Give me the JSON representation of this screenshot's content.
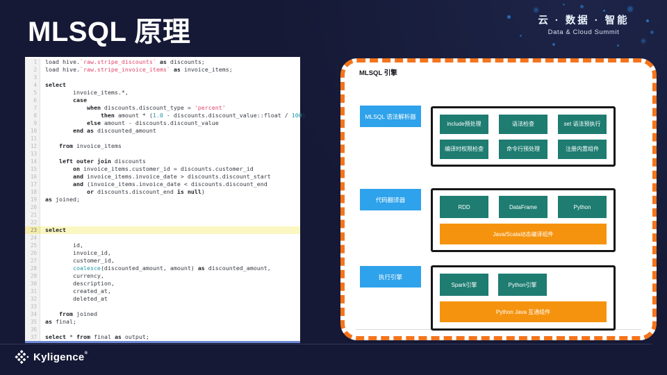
{
  "slide": {
    "title": "MLSQL 原理"
  },
  "brand": {
    "line1": "云 · 数据 · 智能",
    "line2": "Data & Cloud Summit"
  },
  "footer": {
    "logo_text": "Kyligence"
  },
  "editor": {
    "highlight_line": 23,
    "syntax_colors": {
      "keyword": "#1d2025",
      "string": "#e0466a",
      "number": "#2196a6",
      "function": "#2196a6"
    },
    "lines": [
      [
        [
          "load hive.",
          ""
        ],
        [
          "`raw.stripe_discounts`",
          "s"
        ],
        [
          " ",
          ""
        ],
        [
          "as",
          "k"
        ],
        [
          " discounts;",
          ""
        ]
      ],
      [
        [
          "load hive.",
          ""
        ],
        [
          "`raw.stripe_invoice_items`",
          "s"
        ],
        [
          " ",
          ""
        ],
        [
          "as",
          "k"
        ],
        [
          " invoice_items;",
          ""
        ]
      ],
      [],
      [
        [
          "select",
          "k"
        ]
      ],
      [
        [
          "        invoice_items.*,",
          ""
        ]
      ],
      [
        [
          "        ",
          ""
        ],
        [
          "case",
          "k"
        ]
      ],
      [
        [
          "            ",
          ""
        ],
        [
          "when",
          "k"
        ],
        [
          " discounts.discount_type = ",
          ""
        ],
        [
          "'percent'",
          "s"
        ]
      ],
      [
        [
          "                ",
          ""
        ],
        [
          "then",
          "k"
        ],
        [
          " amount * (",
          ""
        ],
        [
          "1.0",
          "n"
        ],
        [
          " - discounts.discount_value::float / ",
          ""
        ],
        [
          "100",
          "n"
        ],
        [
          ")",
          ""
        ]
      ],
      [
        [
          "            ",
          ""
        ],
        [
          "else",
          "k"
        ],
        [
          " amount - discounts.discount_value",
          ""
        ]
      ],
      [
        [
          "        ",
          ""
        ],
        [
          "end",
          "k"
        ],
        [
          " ",
          ""
        ],
        [
          "as",
          "k"
        ],
        [
          " discounted_amount",
          ""
        ]
      ],
      [],
      [
        [
          "    ",
          ""
        ],
        [
          "from",
          "k"
        ],
        [
          " invoice_items",
          ""
        ]
      ],
      [],
      [
        [
          "    ",
          ""
        ],
        [
          "left outer join",
          "k"
        ],
        [
          " discounts",
          ""
        ]
      ],
      [
        [
          "        ",
          ""
        ],
        [
          "on",
          "k"
        ],
        [
          " invoice_items.customer_id = discounts.customer_id",
          ""
        ]
      ],
      [
        [
          "        ",
          ""
        ],
        [
          "and",
          "k"
        ],
        [
          " invoice_items.invoice_date > discounts.discount_start",
          ""
        ]
      ],
      [
        [
          "        ",
          ""
        ],
        [
          "and",
          "k"
        ],
        [
          " (invoice_items.invoice_date < discounts.discount_end",
          ""
        ]
      ],
      [
        [
          "            ",
          ""
        ],
        [
          "or",
          "k"
        ],
        [
          " discounts.discount_end ",
          ""
        ],
        [
          "is",
          "k"
        ],
        [
          " ",
          ""
        ],
        [
          "null",
          "k"
        ],
        [
          ")",
          ""
        ]
      ],
      [
        [
          "as",
          "k"
        ],
        [
          " joined;",
          ""
        ]
      ],
      [],
      [],
      [],
      [
        [
          "select",
          "k"
        ]
      ],
      [],
      [
        [
          "        id,",
          ""
        ]
      ],
      [
        [
          "        invoice_id,",
          ""
        ]
      ],
      [
        [
          "        customer_id,",
          ""
        ]
      ],
      [
        [
          "        ",
          ""
        ],
        [
          "coalesce",
          "f"
        ],
        [
          "(discounted_amount, amount) ",
          ""
        ],
        [
          "as",
          "k"
        ],
        [
          " discounted_amount,",
          ""
        ]
      ],
      [
        [
          "        currency,",
          ""
        ]
      ],
      [
        [
          "        description,",
          ""
        ]
      ],
      [
        [
          "        created_at,",
          ""
        ]
      ],
      [
        [
          "        deleted_at",
          ""
        ]
      ],
      [],
      [
        [
          "    ",
          ""
        ],
        [
          "from",
          "k"
        ],
        [
          " joined",
          ""
        ]
      ],
      [
        [
          "as",
          "k"
        ],
        [
          " final;",
          ""
        ]
      ],
      [],
      [
        [
          "select",
          "k"
        ],
        [
          " * ",
          ""
        ],
        [
          "from",
          "k"
        ],
        [
          " final ",
          ""
        ],
        [
          "as",
          "k"
        ],
        [
          " output;",
          ""
        ]
      ]
    ]
  },
  "diagram": {
    "panel_label": "MLSQL 引擎",
    "colors": {
      "border_orange": "#f4741c",
      "label_blue": "#2ea2ea",
      "cell_teal": "#1e7c71",
      "bar_orange": "#f5930e"
    },
    "rows": [
      {
        "label": "MLSQL 语法解析器",
        "cells": [
          [
            "include预处理",
            "语法检查",
            "set 语法预执行"
          ],
          [
            "编译时权限检查",
            "命令行预处理",
            "注册内置组件"
          ]
        ],
        "bar": null
      },
      {
        "label": "代码翻译器",
        "cells": [
          [
            "RDD",
            "DataFrame",
            "Python"
          ]
        ],
        "bar": "Java/Scala动态编译组件"
      },
      {
        "label": "执行引擎",
        "cells": [
          [
            "Spark引擎",
            "Python引擎"
          ]
        ],
        "bar": "Python Java 互通组件"
      }
    ]
  }
}
